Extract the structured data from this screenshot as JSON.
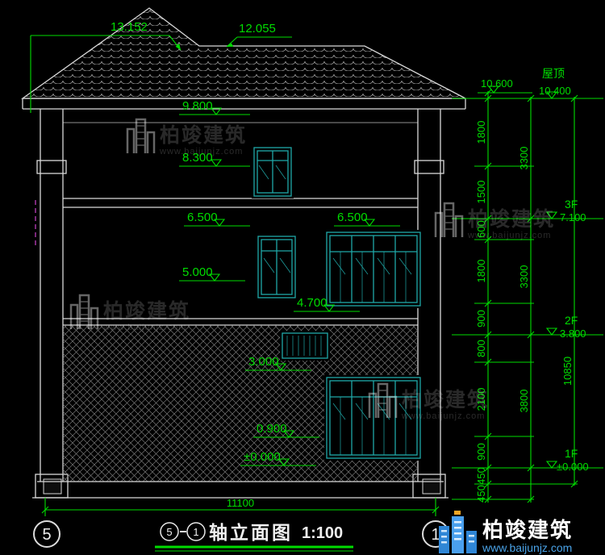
{
  "palette": {
    "background": "#000000",
    "dimension_green": "#00dd00",
    "wall_white": "#d9d9d9",
    "window_teal": "#1fa8a8",
    "hatch_gray": "#7a7a7a",
    "axis_magenta": "#cc44cc",
    "logo_blue": "#3b96e8",
    "logo_url_blue": "#4aa3e8"
  },
  "roof_dims": {
    "main_ridge": "13.152",
    "sub_ridge": "12.055"
  },
  "left_levels": {
    "eave": "9.800",
    "l8300": "8.300",
    "l6500_left": "6.500",
    "l6500_right": "6.500",
    "l5000": "5.000",
    "l4700": "4.700",
    "l3000": "3.000",
    "l0900": "0.900",
    "ground": "±0.000"
  },
  "bottom_dim": {
    "width": "11100"
  },
  "right_dims": {
    "roof_label": "屋顶",
    "level_10600": "10.600",
    "level_10400": "10.400",
    "inner_segments": [
      "1800",
      "1500",
      "600",
      "1800",
      "900",
      "800",
      "2100",
      "900",
      "450",
      "450"
    ],
    "outer_segments": [
      "3300",
      "3300",
      "3800"
    ],
    "total": "10850",
    "floors": [
      {
        "name": "3F",
        "level": "7.100"
      },
      {
        "name": "2F",
        "level": "3.800"
      },
      {
        "name": "1F",
        "level": "±0.000"
      }
    ]
  },
  "title_block": {
    "axis_start": "5",
    "axis_end": "1",
    "title": "轴立面图",
    "scale": "1:100"
  },
  "grid_bubbles": {
    "left": "5",
    "right": "1"
  },
  "watermark": {
    "name": "柏竣建筑",
    "url": "www.baijunjz.com"
  },
  "logo": {
    "name": "柏竣建筑",
    "url": "www.baijunjz.com"
  }
}
